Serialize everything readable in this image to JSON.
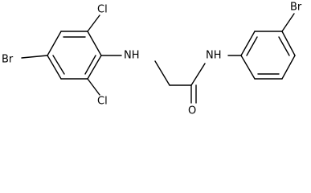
{
  "molecule": {
    "atoms": {
      "br_left": "Br",
      "cl_top": "Cl",
      "cl_bottom": "Cl",
      "nh_amine": "NH",
      "nh_amide": "NH",
      "oxygen": "O",
      "br_right": "Br"
    },
    "colors": {
      "bond": "#000000",
      "label": "#000000",
      "background": "#ffffff"
    }
  }
}
